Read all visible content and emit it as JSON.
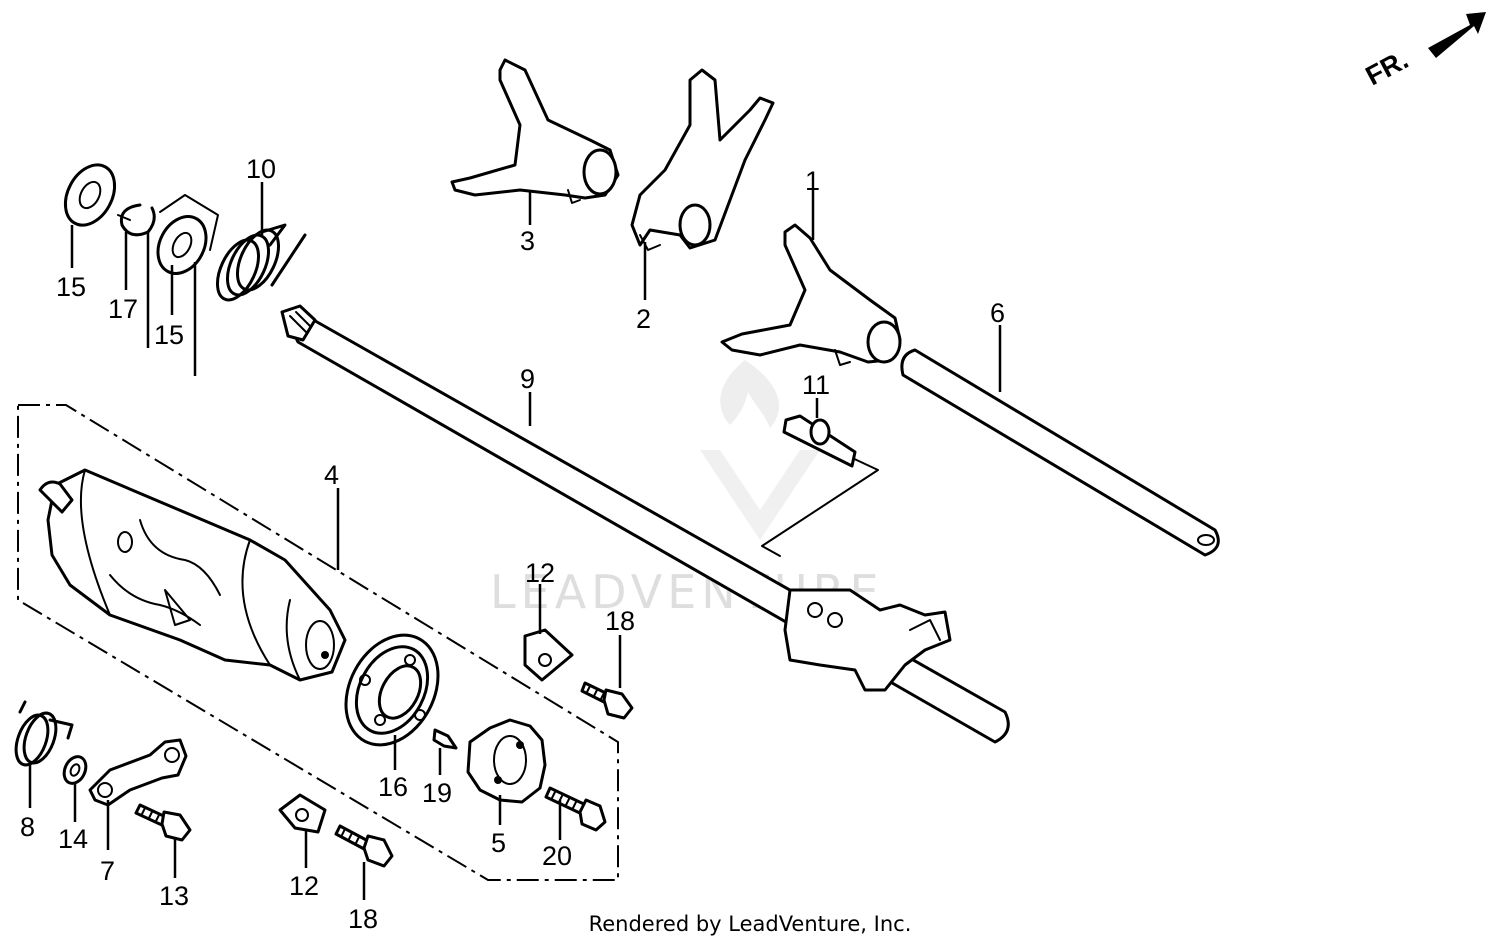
{
  "callouts": {
    "c1": "1",
    "c2": "2",
    "c3": "3",
    "c4": "4",
    "c5": "5",
    "c6": "6",
    "c7": "7",
    "c8": "8",
    "c9": "9",
    "c10": "10",
    "c11": "11",
    "c12a": "12",
    "c12b": "12",
    "c13": "13",
    "c14": "14",
    "c15a": "15",
    "c15b": "15",
    "c16": "16",
    "c17": "17",
    "c18a": "18",
    "c18b": "18",
    "c19": "19",
    "c20": "20"
  },
  "direction_label": "FR.",
  "watermark": "LEADVENTURE",
  "credit": "Rendered by LeadVenture, Inc."
}
